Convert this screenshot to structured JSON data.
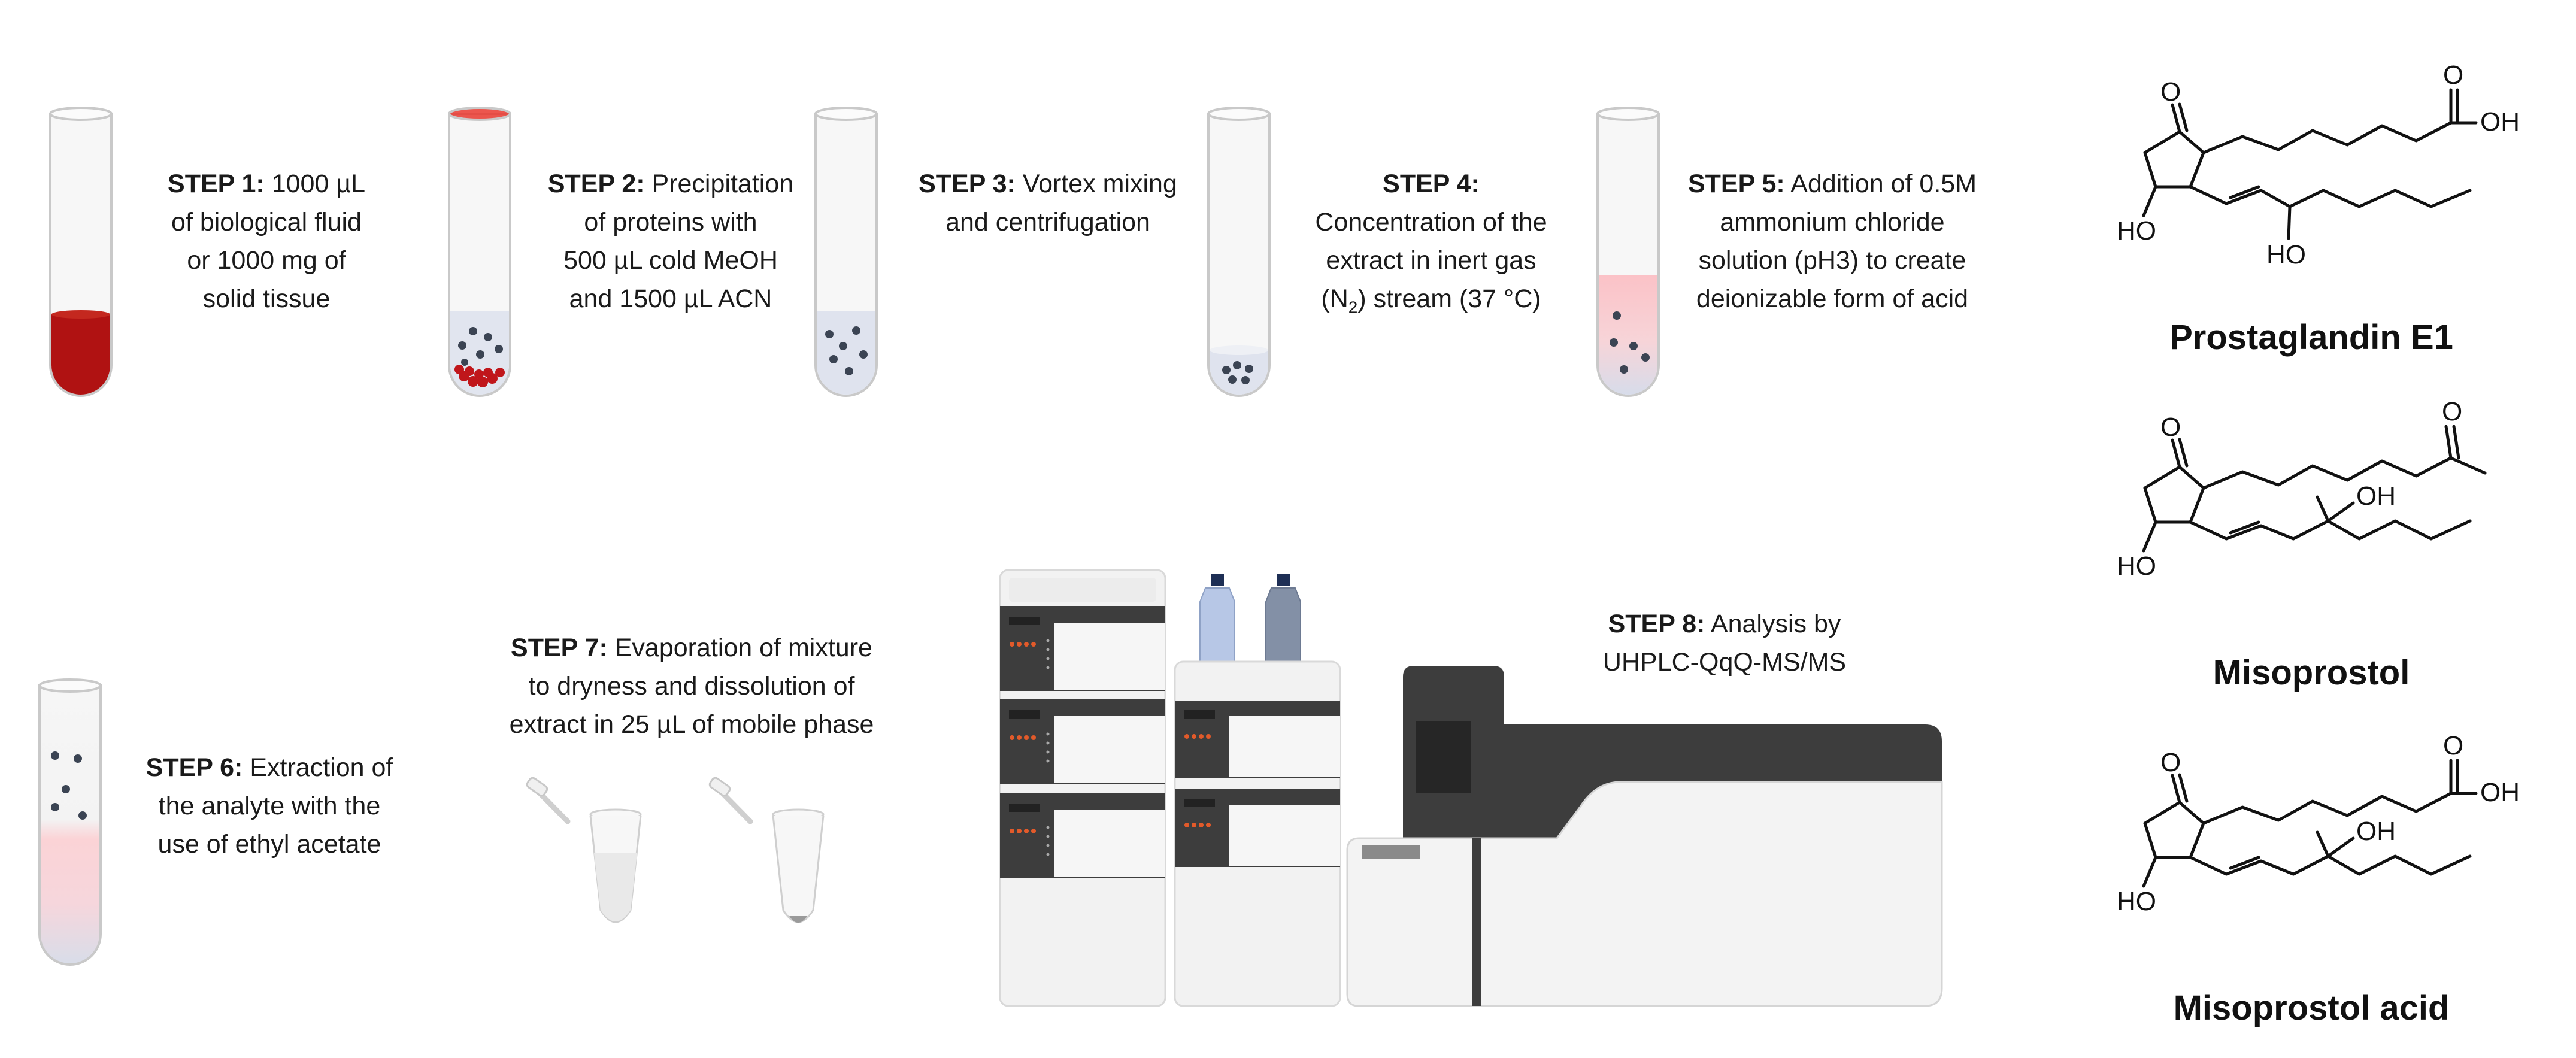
{
  "steps": [
    {
      "label": "STEP 1:",
      "text_1": "1000 µL",
      "line2": "of biological fluid",
      "line3": "or 1000 mg of",
      "line4": "solid tissue"
    },
    {
      "label": "STEP 2:",
      "text_1": "Precipitation",
      "line2": "of proteins with",
      "line3": "500 µL cold MeOH",
      "line4": "and 1500 µL ACN"
    },
    {
      "label": "STEP 3:",
      "text_1": "Vortex mixing",
      "line2": "and centrifugation"
    },
    {
      "label": "STEP 4:",
      "line2": "Concentration of the",
      "line3": "extract in inert gas",
      "line4_a": "(N",
      "line4_sub": "2",
      "line4_b": ") stream (37 °C)"
    },
    {
      "label": "STEP 5:",
      "text_1": "Addition of 0.5M",
      "line2": "ammonium chloride",
      "line3": "solution (pH3) to create",
      "line4": "deionizable form of acid"
    },
    {
      "label": "STEP 6:",
      "text_1": "Extraction of",
      "line2": "the analyte with the",
      "line3": "use of ethyl acetate"
    },
    {
      "label": "STEP 7:",
      "text_1": "Evaporation of mixture",
      "line2": "to dryness and dissolution of",
      "line3": "extract in 25 µL of mobile phase"
    },
    {
      "label": "STEP 8:",
      "text_1": "Analysis by",
      "line2": "UHPLC-QqQ-MS/MS"
    }
  ],
  "compounds": {
    "pge1": {
      "name": "Prostaglandin E1",
      "o": "O",
      "oh_acid": "OH",
      "ho": "HO",
      "ho2": "HO"
    },
    "miso": {
      "name": "Misoprostol",
      "o": "O",
      "o2": "O",
      "oh": "OH",
      "ho": "HO"
    },
    "misoacid": {
      "name": "Misoprostol acid",
      "o": "O",
      "o2": "O",
      "oh_acid": "OH",
      "oh": "OH",
      "ho": "HO"
    }
  },
  "colors": {
    "blood": "#b01212",
    "pellet": "#c0161b",
    "particle": "#3b4453",
    "buffer": "#dfe3ee",
    "acid": "#f9c9cd",
    "instrument_dark": "#3c3c3c"
  }
}
